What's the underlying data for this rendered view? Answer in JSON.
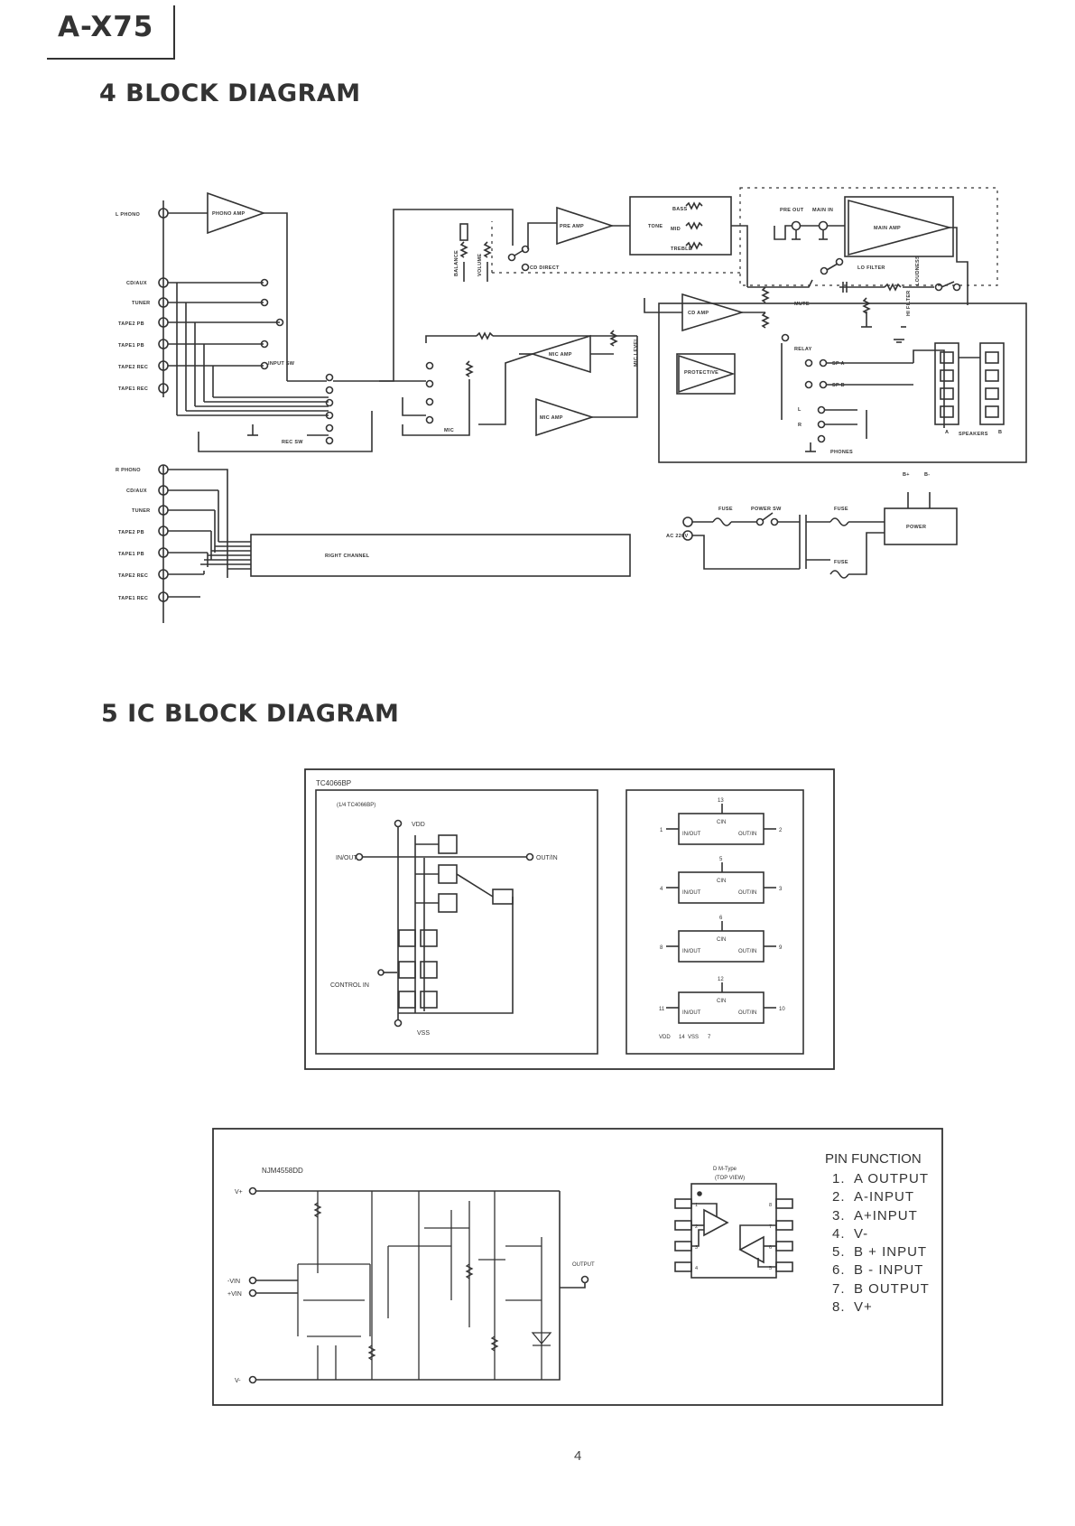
{
  "header": {
    "model": "A-X75"
  },
  "sections": [
    {
      "number": "4",
      "title": "4 BLOCK DIAGRAM"
    },
    {
      "number": "5",
      "title": "5 IC BLOCK DIAGRAM"
    }
  ],
  "block_diagram": {
    "left_inputs": [
      "L PHONO",
      "CD/AUX",
      "TUNER",
      "TAPE2 PB",
      "TAPE1 PB",
      "TAPE2 REC",
      "TAPE1 REC"
    ],
    "right_inputs": [
      "R PHONO",
      "CD/AUX",
      "TUNER",
      "TAPE2 PB",
      "TAPE1 PB",
      "TAPE2 REC",
      "TAPE1 REC"
    ],
    "blocks": {
      "phono_amp": "PHONO AMP",
      "pre_amp": "PRE AMP",
      "cd_amp": "CD AMP",
      "mic_amp_1": "MIC AMP",
      "mic_amp_2": "MIC AMP",
      "main_amp": "MAIN AMP",
      "protective": "PROTECTIVE",
      "right_channel": "RIGHT CHANNEL",
      "power": "POWER"
    },
    "labels": {
      "bass": "BASS",
      "tone": "TONE",
      "mid": "MID",
      "treble": "TREBLE",
      "balance": "BALANCE",
      "volume": "VOLUME",
      "cd_direct": "CD DIRECT",
      "pre_out": "PRE OUT",
      "main_in": "MAIN IN",
      "lo_filter": "LO FILTER",
      "loudness": "LOUDNESS",
      "hi_filter": "HI FILTER",
      "mute": "MUTE",
      "relay": "RELAY",
      "sp_a": "SP A",
      "sp_b": "SP B",
      "speakers": "SPEAKERS",
      "spk_a": "A",
      "spk_b": "B",
      "phones": "PHONES",
      "phones_l": "L",
      "phones_r": "R",
      "input_sw": "INPUT SW",
      "rec_sw": "REC SW",
      "mic": "MIC",
      "mic_level": "MIC LEVEL",
      "fuse_1": "FUSE",
      "fuse_2": "FUSE",
      "fuse_3": "FUSE",
      "power_sw": "POWER SW",
      "ac_220v": "AC 220V",
      "b_plus": "B+",
      "b_minus": "B-"
    }
  },
  "ic_tc4066": {
    "part": "TC4066BP",
    "note": "(1/4 TC4066BP)",
    "vdd": "VDD",
    "vss": "VSS",
    "in_out": "IN/OUT",
    "out_in": "OUT/IN",
    "control_in": "CONTROL IN",
    "switches": [
      {
        "c": "13",
        "in": "1",
        "out": "2",
        "in_lbl": "IN/OUT",
        "out_lbl": "OUT/IN",
        "c_lbl": "CIN"
      },
      {
        "c": "5",
        "in": "4",
        "out": "3",
        "in_lbl": "IN/OUT",
        "out_lbl": "OUT/IN",
        "c_lbl": "CIN"
      },
      {
        "c": "6",
        "in": "8",
        "out": "9",
        "in_lbl": "IN/OUT",
        "out_lbl": "OUT/IN",
        "c_lbl": "CIN"
      },
      {
        "c": "12",
        "in": "11",
        "out": "10",
        "in_lbl": "IN/OUT",
        "out_lbl": "OUT/IN",
        "c_lbl": "CIN"
      }
    ],
    "supply_pins": {
      "vdd_lbl": "VDD",
      "vdd": "14",
      "vss_lbl": "VSS",
      "vss": "7"
    }
  },
  "ic_njm4558": {
    "part": "NJM4558DD",
    "package": "D M-Type",
    "view": "(TOP VIEW)",
    "v_plus": "V+",
    "v_minus": "V-",
    "in_minus": "-VIN",
    "in_plus": "+VIN",
    "output": "OUTPUT",
    "pin_numbers": [
      "1",
      "2",
      "3",
      "4",
      "5",
      "6",
      "7",
      "8"
    ],
    "pin_function_title": "PIN FUNCTION",
    "pins": [
      {
        "n": "1.",
        "f": "A OUTPUT"
      },
      {
        "n": "2.",
        "f": "A-INPUT"
      },
      {
        "n": "3.",
        "f": "A+INPUT"
      },
      {
        "n": "4.",
        "f": "V-"
      },
      {
        "n": "5.",
        "f": "B + INPUT"
      },
      {
        "n": "6.",
        "f": "B - INPUT"
      },
      {
        "n": "7.",
        "f": "B OUTPUT"
      },
      {
        "n": "8.",
        "f": "V+"
      }
    ]
  },
  "footer": {
    "page": "4"
  }
}
